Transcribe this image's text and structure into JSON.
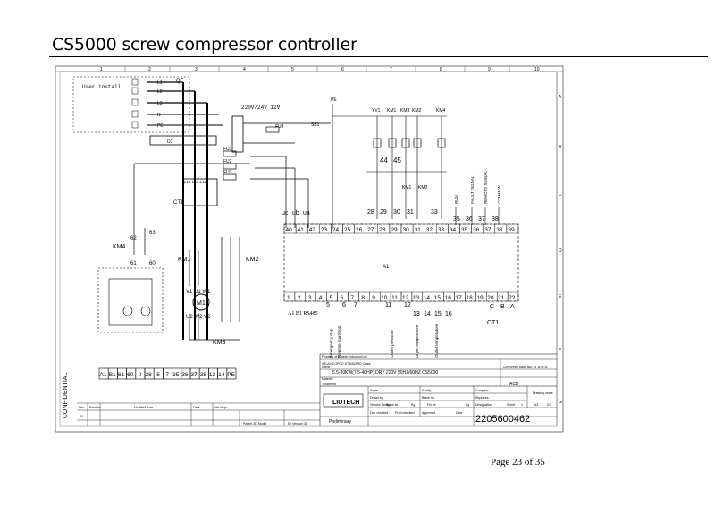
{
  "document": {
    "title": "CS5000 screw compressor controller",
    "footer": "Page 23 of 35"
  },
  "diagram": {
    "column_numbers": [
      "1",
      "2",
      "3",
      "4",
      "5",
      "6",
      "7",
      "8",
      "9",
      "10"
    ],
    "row_letters": [
      "A",
      "B",
      "C",
      "D",
      "E",
      "F",
      "G"
    ],
    "user_install": "User install",
    "supply_labels": [
      "L1",
      "L2",
      "L3",
      "N",
      "PE"
    ],
    "qf": "QF",
    "transformer": "220V/24V 12V",
    "fu4": "FU4",
    "sb1": "SB1",
    "pe": "PE",
    "fuses": [
      "FU1",
      "FU2",
      "FU3"
    ],
    "ct1": "CT1",
    "ct_phases": "L12 L22 L32",
    "km4": "KM4",
    "km4_contacts": [
      "62",
      "63",
      "61",
      "60"
    ],
    "km_top": [
      "YV1",
      "KM1",
      "KM3",
      "KM2",
      "KM4"
    ],
    "relay_labels": [
      "44",
      "45"
    ],
    "relay_sub": [
      "KM1",
      "KM2"
    ],
    "km_coils": [
      "KM1",
      "KM2",
      "KM3"
    ],
    "motor": "M1",
    "motor_terms_top": "V1 U1 W1",
    "motor_terms_bot": "U2 W2 V2",
    "uc_labels": [
      "uc",
      "ub",
      "ua"
    ],
    "upper_nums": [
      "28",
      "29",
      "30",
      "31",
      "33"
    ],
    "upper_nums_right": [
      "35",
      "36",
      "37",
      "38"
    ],
    "signal_labels": [
      "RUN",
      "FAULT SIGNAL",
      "REMOTE SIGNAL",
      "COMMON"
    ],
    "top_terminals": [
      "40",
      "41",
      "42",
      "23",
      "24",
      "25",
      "26",
      "27",
      "28",
      "29",
      "30",
      "31",
      "32",
      "33",
      "34",
      "35",
      "36",
      "37",
      "38",
      "39"
    ],
    "a1": "A1",
    "bottom_terminals": [
      "1",
      "2",
      "3",
      "4",
      "5",
      "6",
      "7",
      "8",
      "9",
      "10",
      "11",
      "12",
      "13",
      "14",
      "15",
      "16",
      "17",
      "18",
      "19",
      "20",
      "21",
      "22"
    ],
    "rs485": "A1 B1 RS485",
    "sensor_nums": [
      "5",
      "6",
      "7",
      "11",
      "12",
      "13",
      "14",
      "15",
      "16"
    ],
    "ct_labels": [
      "C",
      "B",
      "A",
      "CT1"
    ],
    "sensor_descs": [
      "Emergency stop",
      "Remote start/stop",
      "Outlet pressure",
      "Dryer temperature",
      "Outlet temperature"
    ],
    "terminal_strip": [
      "A1",
      "B1",
      "61",
      "60",
      "0",
      "28",
      "5",
      "7",
      "35",
      "36",
      "37",
      "38",
      "13",
      "14",
      "PE"
    ],
    "confidential": "CONFIDENTIAL",
    "title_block": {
      "property": "Property of Liutech Industrial Ltd",
      "standard": "ATLAS COPCO STANDARD Class",
      "name": "Name",
      "name_value": "5.5-30KW(7.5-40HP) DRY 220V 50HZ/60HZ CS5000",
      "material": "Material",
      "treatment": "Treatment",
      "conformity": "Conformity class acc. to 1102-N",
      "acd": "ACD",
      "drawing_name": "Drawing name",
      "logo": "LIUTECH",
      "scale": "Scale",
      "family": "Family",
      "compare": "Compare",
      "drawn_by": "Drawn by",
      "blank_no": "Blank no.",
      "replaces": "Replaces",
      "version_desig": "Version Desig.",
      "blank_wt": "Blank wt.",
      "fin_wt": "Fin wt",
      "kg1": "Kg",
      "kg2": "Kg",
      "designation": "Designation",
      "sheet": "Sheet",
      "sheet_no": "1",
      "a3": "A3",
      "sheet_total": "01",
      "preliminary": "Preliminary",
      "doc_checked": "Doc checked",
      "prod_checked": "Prod checked",
      "approved": "Approved",
      "date": "Date",
      "number": "2205600462",
      "rev_heads": [
        "Rev",
        "Position",
        "Modified from",
        "Date",
        "Ver./Appr."
      ],
      "rev_row": "00",
      "parent": "Parent 3D Model",
      "ex_version": "Ex Version 3D"
    }
  },
  "colors": {
    "ink": "#000000",
    "paper": "#ffffff",
    "frame": "#555555"
  },
  "icons": [
    "liutech-logo"
  ]
}
